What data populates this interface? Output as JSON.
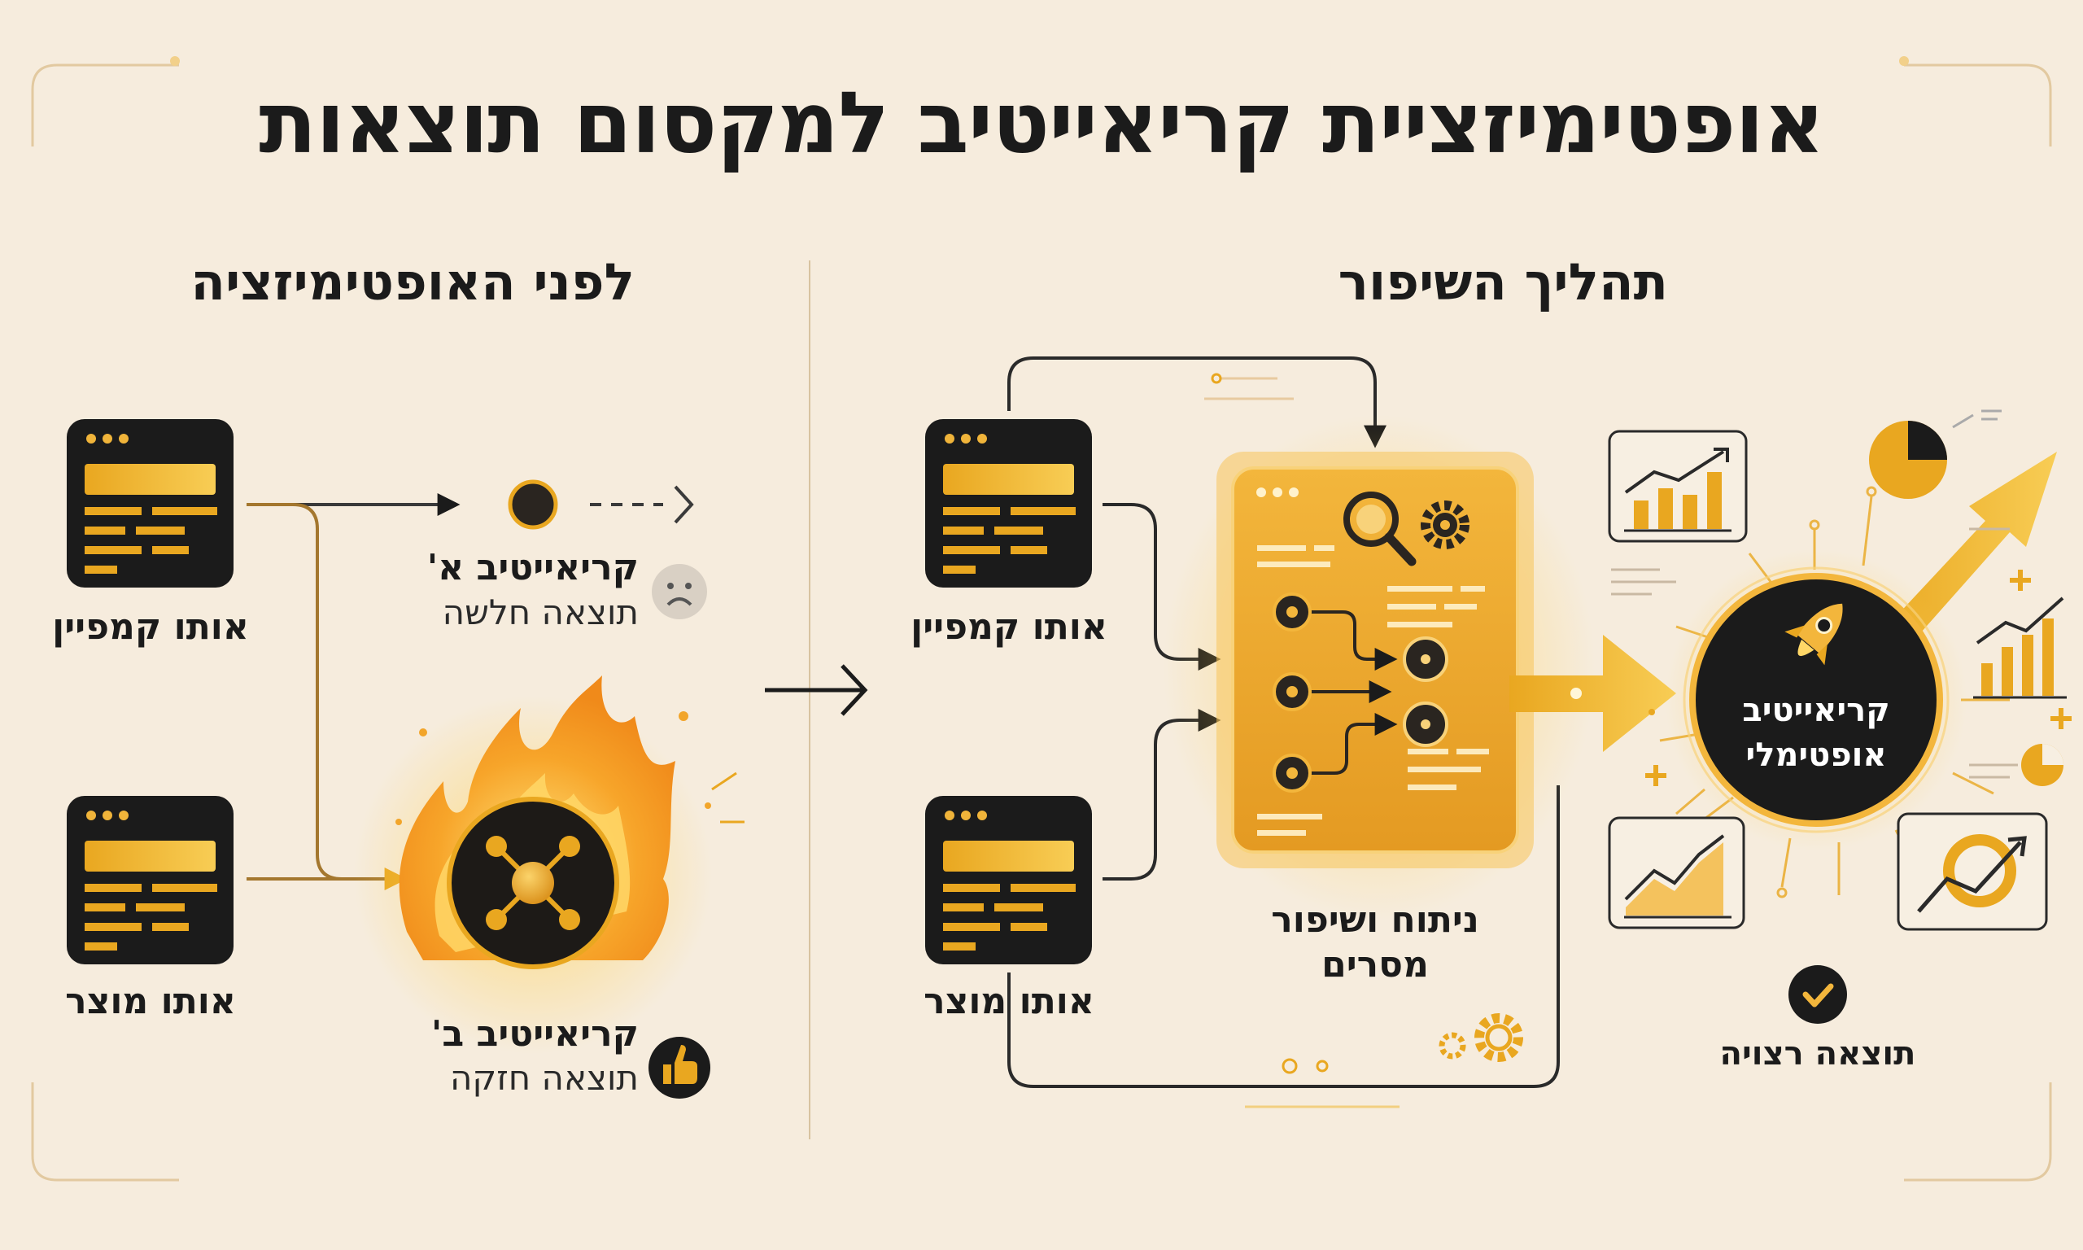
{
  "title": "אופטימיזציית קריאייטיב למקסום תוצאות",
  "left": {
    "heading": "לפני האופטימיזציה",
    "campaign_label": "אותו קמפיין",
    "product_label": "אותו מוצר",
    "creative_a": {
      "name": "קריאייטיב א'",
      "result": "תוצאה חלשה"
    },
    "creative_b": {
      "name": "קריאייטיב ב'",
      "result": "תוצאה חזקה"
    }
  },
  "right": {
    "heading": "תהליך השיפור",
    "campaign_label": "אותו קמפיין",
    "product_label": "אותו מוצר",
    "process_label_1": "ניתוח ושיפור",
    "process_label_2": "מסרים",
    "optimal_1": "קריאייטיב",
    "optimal_2": "אופטימלי",
    "outcome": "תוצאה רצויה"
  },
  "colors": {
    "background": "#f6ecdd",
    "accent": "#e9a720",
    "accent_light": "#f8cd55",
    "dark": "#1b1b1b"
  },
  "icons": [
    "browser-window-icon",
    "fire-icon",
    "network-node-icon",
    "sad-face-icon",
    "thumbs-up-icon",
    "magnifier-icon",
    "gear-icon",
    "rocket-icon",
    "bar-chart-icon",
    "line-chart-icon",
    "pie-chart-icon",
    "check-icon",
    "growth-arrow-icon"
  ]
}
